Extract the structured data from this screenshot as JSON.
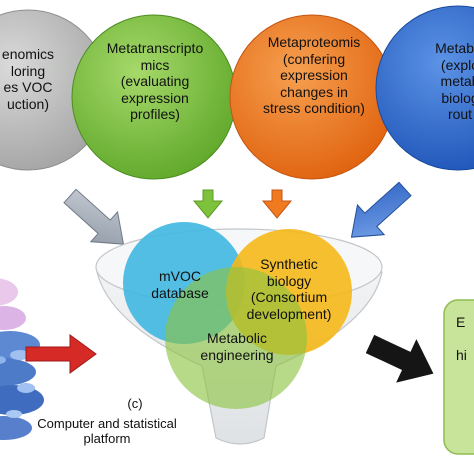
{
  "circles": {
    "genomics": "enomics\nloring\nes VOC\nuction)",
    "metatranscriptomics": "Metatranscripto\nmics\n(evaluating\nexpression\nprofiles)",
    "metaproteomics": "Metaproteomis\n(confering\nexpression\nchanges in\nstress condition)",
    "metabolomics": "Metabol\n(explo\nmetab\nbiolog\nrout"
  },
  "funnel": {
    "mvoc": "mVOC\ndatabase",
    "synthetic": "Synthetic\nbiology\n(Consortium\ndevelopment)",
    "metabolic": "Metabolic\nengineering"
  },
  "platform": {
    "letter": "(c)",
    "caption": "Computer and statistical\nplatform"
  },
  "result_box": {
    "text": "E\n\nhi"
  },
  "colors": {
    "grey_circle": "#b4b5b4",
    "green_circle": "#7dc23a",
    "orange_circle": "#f07a20",
    "blue_circle": "#2f6fd0",
    "funnel_blue": "#40b7e0",
    "funnel_yellow": "#f5b81a",
    "funnel_green": "#8ac43f",
    "result_box": "#c8e49a",
    "red_arrow": "#d62a26",
    "black_arrow": "#151515"
  }
}
